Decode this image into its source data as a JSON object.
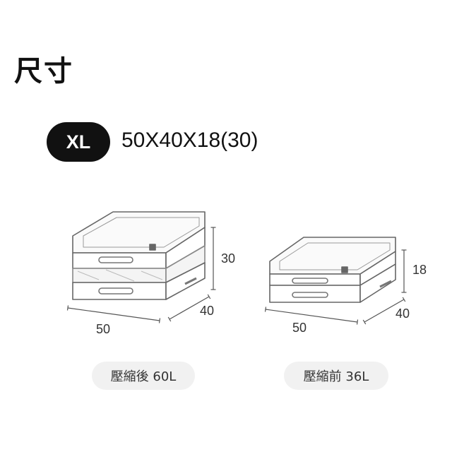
{
  "header": {
    "title": "尺寸"
  },
  "size": {
    "badge": "XL",
    "dimensions": "50X40X18(30)"
  },
  "expanded": {
    "height": "30",
    "depth": "40",
    "width": "50",
    "caption": "壓縮後 60L"
  },
  "compressed": {
    "height": "18",
    "depth": "40",
    "width": "50",
    "caption": "壓縮前 36L"
  },
  "colors": {
    "badge_bg": "#111111",
    "caption_bg": "#f1f1f1",
    "line": "#555555"
  }
}
